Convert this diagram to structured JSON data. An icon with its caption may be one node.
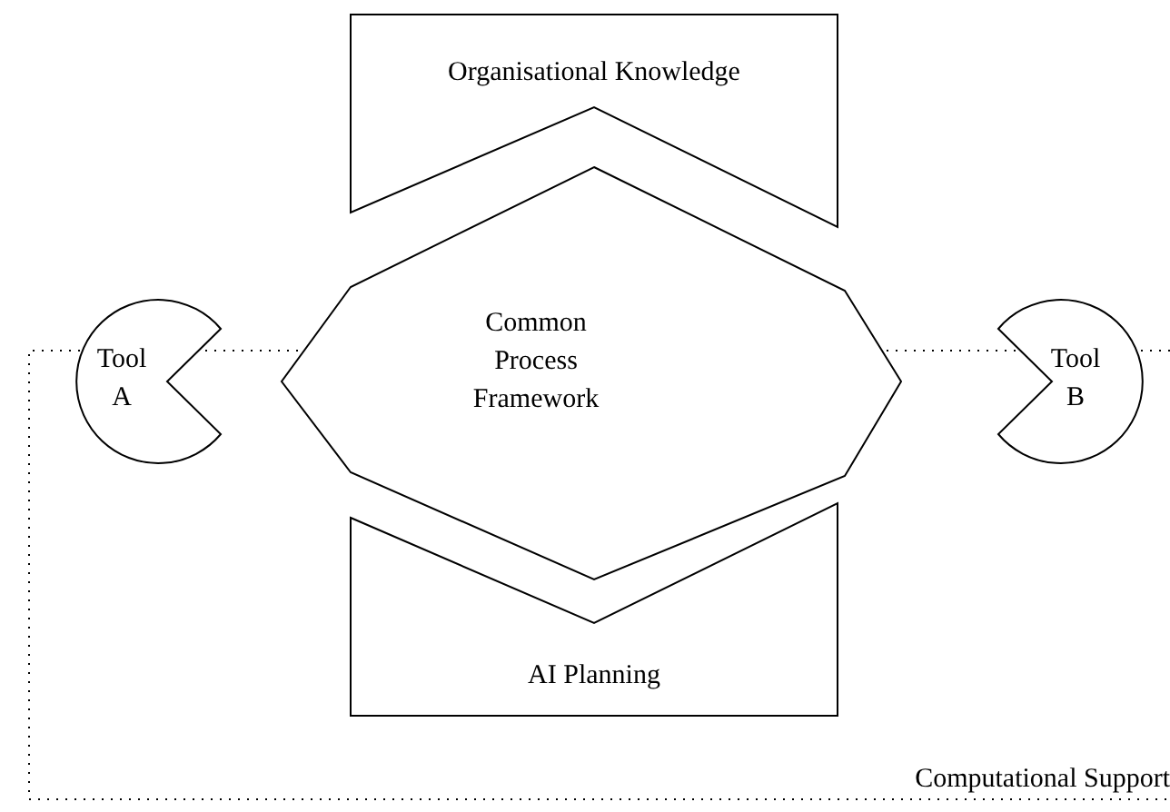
{
  "diagram": {
    "nodes": [
      {
        "text": [
          "Organisational Knowledge"
        ]
      },
      {
        "text": [
          "Computational Support"
        ]
      },
      {
        "text": [
          "Tool A"
        ]
      },
      {
        "text": [
          "Common Process Framework"
        ]
      },
      {
        "text": [
          "Tool B"
        ]
      },
      {
        "text": [
          "AI Planning"
        ],
        "in": 1
      }
    ]
  }
}
